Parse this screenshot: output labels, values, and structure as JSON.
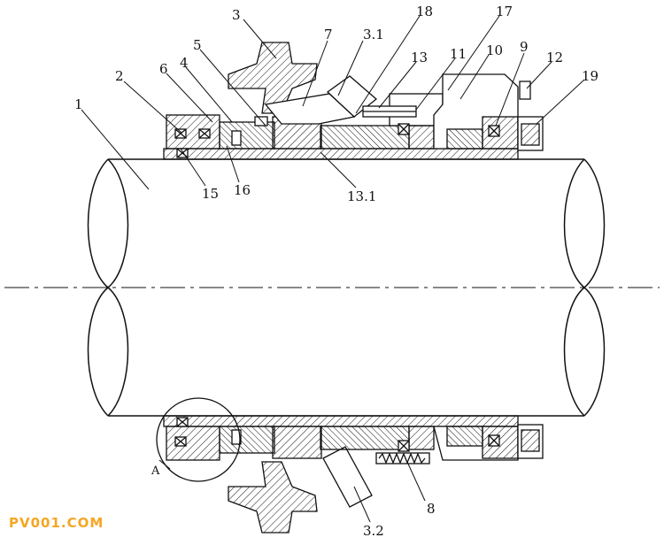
{
  "diagram": {
    "labels": {
      "l1": "1",
      "l2": "2",
      "l3": "3",
      "l3_1": "3.1",
      "l3_2": "3.2",
      "l4": "4",
      "l5": "5",
      "l6": "6",
      "l7": "7",
      "l8": "8",
      "l9": "9",
      "l10": "10",
      "l11": "11",
      "l12": "12",
      "l13": "13",
      "l13_1": "13.1",
      "l15": "15",
      "l16": "16",
      "l17": "17",
      "l18": "18",
      "l19": "19",
      "detail_a": "A"
    },
    "watermark": "PV001.COM",
    "colors": {
      "ink": "#111111",
      "watermark": "#f5a623",
      "paper": "#ffffff"
    }
  }
}
